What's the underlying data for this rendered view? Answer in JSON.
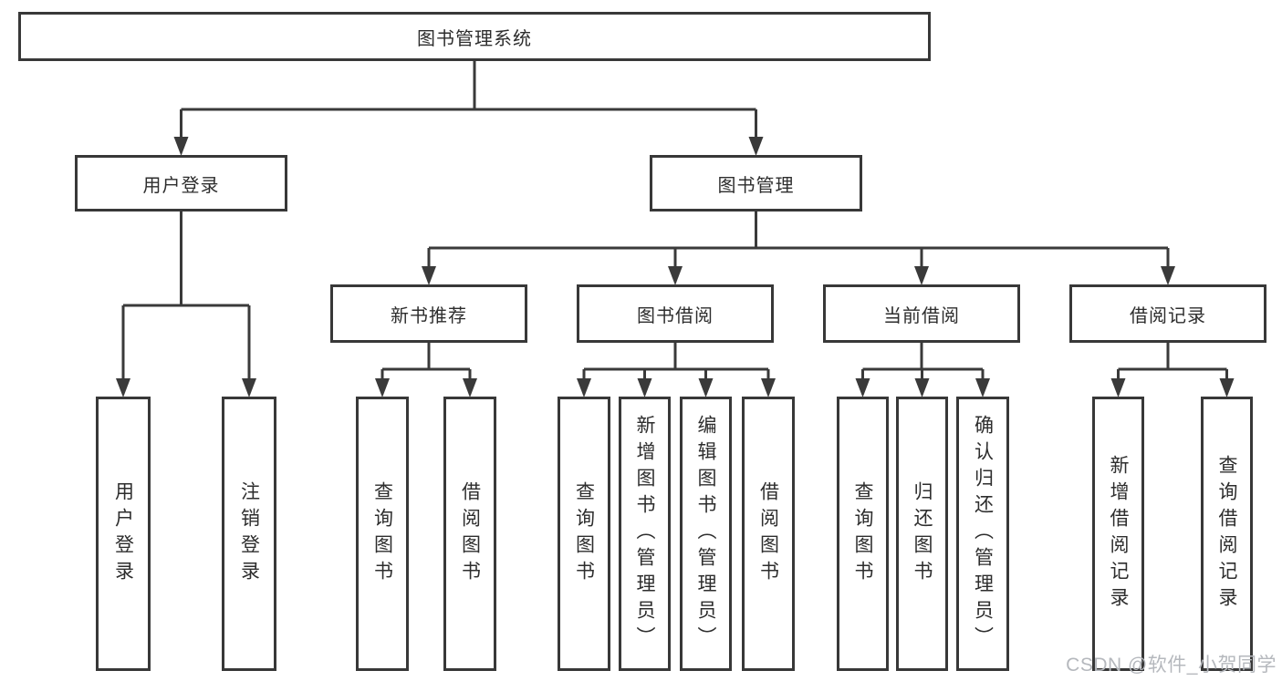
{
  "tree": {
    "root": {
      "label": "图书管理系统"
    },
    "children": [
      {
        "label": "用户登录",
        "children": [
          {
            "label": "用户登录"
          },
          {
            "label": "注销登录"
          }
        ]
      },
      {
        "label": "图书管理",
        "children": [
          {
            "label": "新书推荐",
            "children": [
              {
                "label": "查询图书"
              },
              {
                "label": "借阅图书"
              }
            ]
          },
          {
            "label": "图书借阅",
            "children": [
              {
                "label": "查询图书"
              },
              {
                "label": "新增图书（管理员）"
              },
              {
                "label": "编辑图书（管理员）"
              },
              {
                "label": "借阅图书"
              }
            ]
          },
          {
            "label": "当前借阅",
            "children": [
              {
                "label": "查询图书"
              },
              {
                "label": "归还图书"
              },
              {
                "label": "确认归还（管理员）"
              }
            ]
          },
          {
            "label": "借阅记录",
            "children": [
              {
                "label": "新增借阅记录"
              },
              {
                "label": "查询借阅记录"
              }
            ]
          }
        ]
      }
    ]
  },
  "watermark": {
    "text": "CSDN @软件_小贺同学"
  },
  "colors": {
    "background": "#ffffff",
    "line": "#3a3a3a",
    "box_border": "#383838",
    "text": "#2d2d2d",
    "watermark": "#b5b8bd"
  }
}
